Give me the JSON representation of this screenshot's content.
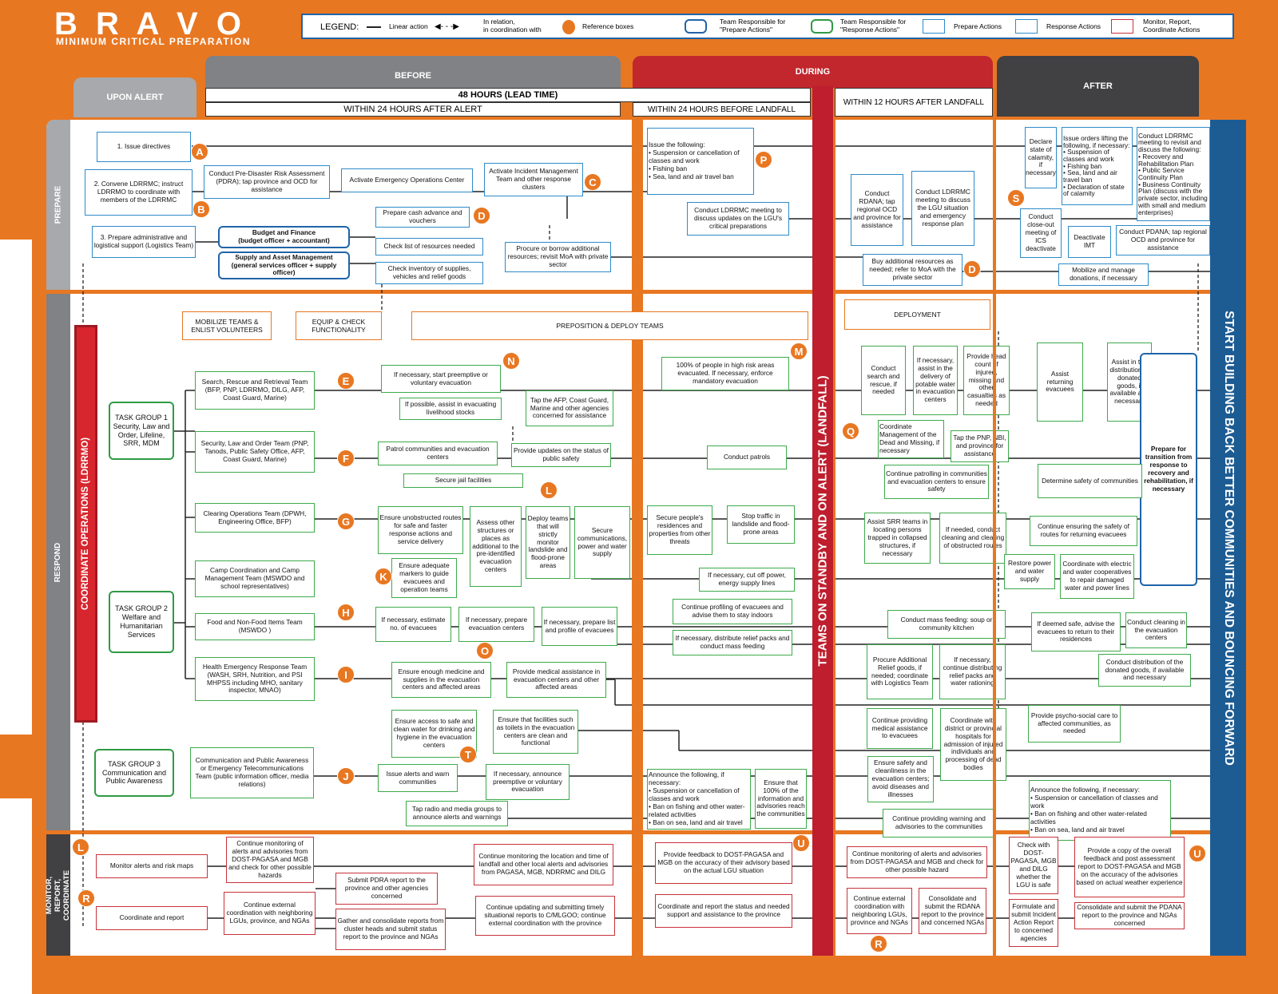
{
  "title": {
    "main": "B R A V O",
    "sub": "MINIMUM CRITICAL PREPARATION"
  },
  "legend": {
    "label": "LEGEND:",
    "linear": "Linear action",
    "relation": "In relation,\nin coordination with",
    "reference": "Reference boxes",
    "team_prepare": "Team Responsible for\n\"Prepare Actions\"",
    "team_response": "Team Responsible for\n\"Response Actions\"",
    "prepare": "Prepare Actions",
    "response": "Response Actions",
    "monitor": "Monitor, Report,\nCoordinate Actions"
  },
  "phases": {
    "upon_alert": "UPON ALERT",
    "before": "BEFORE",
    "during": "DURING",
    "after": "AFTER",
    "lead_time": "48 HOURS (LEAD TIME)",
    "after_alert": "WITHIN 24 HOURS AFTER ALERT",
    "before_landfall": "WITHIN 24 HOURS BEFORE LANDFALL",
    "after_landfall": "WITHIN 12 HOURS AFTER LANDFALL"
  },
  "sections": {
    "prepare": "PREPARE",
    "respond": "RESPOND",
    "monitor": "MONITOR, REPORT,\nCOORDINATE",
    "coord_ops": "COORDINATE OPERATIONS (LDRRMO)",
    "standby": "TEAMS ON STANDBY AND ON ALERT (LANDFALL)",
    "build_back": "START BUILDING BACK BETTER COMMUNITIES AND BOUNCING FORWARD"
  },
  "colors": {
    "orange": "#E87722",
    "red": "#C1272D",
    "blue": "#1F64A8",
    "green": "#2F9A44"
  },
  "boxes": {
    "p1": "1. Issue directives",
    "p2": "2. Convene LDRRMC; instruct LDRRMO to coordinate with members of the LDRRMC",
    "p3": "3. Prepare administrative and logistical support (Logistics Team)",
    "p4": "Conduct Pre-Disaster Risk Assessment (PDRA); tap province and OCD for assistance",
    "p5": "Activate Emergency Operations Center",
    "p6": "Activate Incident Management Team and other response clusters",
    "p7": "Budget and Finance\n(budget officer + accountant)",
    "p8": "Supply and Asset Management\n(general services officer + supply officer)",
    "p9": "Prepare cash advance and vouchers",
    "p10": "Check list of resources needed",
    "p11": "Check inventory of supplies, vehicles and relief goods",
    "p12": "Procure or borrow additional resources; revisit MoA with private sector",
    "p13": "Issue the following:\n• Suspension or cancellation of classes and work\n• Fishing ban\n• Sea, land and air travel ban",
    "p14": "Conduct LDRRMC meeting to discuss updates on the LGU's critical preparations",
    "p15": "Conduct RDANA; tap regional OCD and province for assistance",
    "p16": "Conduct LDRRMC meeting to discuss the LGU situation and emergency response plan",
    "p17": "Buy additional resources as needed; refer to MoA with the private sector",
    "p18": "Declare state of calamity, if necessary",
    "p19": "Issue orders lifting the following, if necessary:\n• Suspension of classes and work\n• Fishing ban\n• Sea, land and air travel ban\n• Declaration of state of calamity",
    "p20": "Conduct LDRRMC meeting to revisit and discuss the following:\n• Recovery and Rehabilitation Plan\n• Public Service Continuity Plan\n• Business Continuity Plan (discuss with the private sector, including with small and medium enterprises)",
    "p21": "Conduct close-out meeting of ICS deactivate",
    "p22": "Deactivate IMT",
    "p23": "Conduct PDANA; tap regional OCD and province for assistance",
    "p24": "Mobilize and manage donations, if necessary",
    "o1": "MOBILIZE TEAMS & ENLIST VOLUNTEERS",
    "o2": "EQUIP & CHECK FUNCTIONALITY",
    "o3": "PREPOSITION & DEPLOY TEAMS",
    "o4": "DEPLOYMENT",
    "tg1": "TASK GROUP 1\nSecurity, Law and Order, Lifeline, SRR, MDM",
    "tg2": "TASK GROUP 2\nWelfare and Humanitarian Services",
    "tg3": "TASK GROUP 3\nCommunication and Public Awareness",
    "t1": "Search, Rescue and Retrieval Team (BFP, PNP, LDRRMO, DILG, AFP, Coast Guard, Marine)",
    "t2": "Security, Law and Order Team (PNP, Tanods, Public Safety Office, AFP, Coast Guard, Marine)",
    "t3": "Clearing Operations Team (DPWH, Engineering Office, BFP)",
    "t4": "Camp Coordination and Camp Management Team (MSWDO and school representatives)",
    "t5": "Food and Non-Food Items Team (MSWDO )",
    "t6": "Health Emergency Response Team (WASH, SRH, Nutrition, and PSI MHPSS including MHO, sanitary inspector, MNAO)",
    "t7": "Communication and Public Awareness or Emergency Telecommunications Team (public information officer, media relations)",
    "r1": "If necessary, start preemptive or voluntary evacuation",
    "r2": "If possible, assist in evacuating livelihood stocks",
    "r3": "Tap the AFP, Coast Guard, Marine and other agencies concerned for assistance",
    "r4": "100% of people in high risk areas evacuated. If necessary, enforce mandatory evacuation",
    "r5": "Patrol communities and evacuation centers",
    "r6": "Secure jail facilities",
    "r7": "Provide updates on the status of public safety",
    "r8": "Conduct patrols",
    "r9": "Ensure unobstructed routes for safe and faster response actions and service delivery",
    "r10": "Ensure adequate markers to guide evacuees and operation teams",
    "r11": "Assess other structures or places as additional to the pre-identified evacuation centers",
    "r12": "Deploy teams that will strictly monitor landslide and flood-prone areas",
    "r13": "Secure communications, power and water supply",
    "r14": "Secure people's residences and properties from other threats",
    "r15": "Stop traffic in landslide and flood-prone areas",
    "r16": "If necessary, cut off power, energy supply lines",
    "r17": "If necessary, estimate no. of evacuees",
    "r18": "If necessary, prepare evacuation centers",
    "r19": "If necessary, prepare list and profile of evacuees",
    "r20": "Continue profiling of evacuees and advise them to stay indoors",
    "r21": "If necessary, distribute relief packs and conduct mass feeding",
    "r22": "Ensure enough medicine and supplies in the evacuation centers and affected areas",
    "r23": "Provide medical assistance in evacuation centers and other affected areas",
    "r24": "Ensure access to safe and clean water for drinking and hygiene in the evacuation centers",
    "r25": "Ensure that facilities such as toilets in the evacuation centers are clean and functional",
    "r26": "Issue alerts and warn communities",
    "r27": "Tap radio and media groups to announce alerts and warnings",
    "r28": "If necessary, announce preemptive or voluntary evacuation",
    "r29": "Announce the following, if necessary:\n• Suspension or cancellation of classes and work\n• Ban on fishing and other water-related activities\n• Ban on sea, land and air travel",
    "r30": "Ensure that 100% of the information and advisories reach the communities",
    "d1": "Conduct search and rescue, if needed",
    "d2": "If necessary, assist in the delivery of potable water in evacuation centers",
    "d3": "Provide head count of injured, missing and other casualties as needed",
    "d4": "Coordinate Management of the Dead and Missing, if necessary",
    "d5": "Tap the PNP, NBI, and province for assistance",
    "d6": "Continue patrolling in communities and evacuation centers to ensure safety",
    "d7": "Assist SRR teams in locating persons trapped in collapsed structures, if necessary",
    "d8": "If needed, conduct cleaning and clearing of obstructed routes",
    "d9": "Conduct mass feeding: soup or community kitchen",
    "d10": "Procure Additional Relief goods, if needed; coordinate with Logistics Team",
    "d11": "If necessary, continue distributing relief packs and water rationing",
    "d12": "Continue providing medical assistance to evacuees",
    "d13": "Coordinate with district or provincial hospitals for admission of injured individuals and processing of dead bodies",
    "d14": "Ensure safety and cleanliness in the evacuation centers; avoid diseases and illnesses",
    "d15": "Continue providing warning and advisories to the communities",
    "a1": "Assist returning evacuees",
    "a2": "Assist in the distribution of donated goods, if available and necessary",
    "a3": "Prepare for transition from response to recovery and rehabilitation, if necessary",
    "a4": "Determine safety of communities",
    "a5": "Continue ensuring the safety of routes for returning evacuees",
    "a6": "Restore power and water supply",
    "a7": "Coordinate with electric and water cooperatives to repair damaged water and power lines",
    "a8": "If deemed safe, advise the evacuees to return to their residences",
    "a9": "Conduct cleaning in the evacuation centers",
    "a10": "Conduct distribution of the donated goods, if available and necessary",
    "a11": "Provide psycho-social care to affected communities, as needed",
    "a12": "Announce the following, if necessary:\n• Suspension or cancellation of classes and work\n• Ban on fishing and other water-related activities\n• Ban on sea, land and air travel",
    "m1": "Monitor alerts and risk maps",
    "m2": "Coordinate and report",
    "m3": "Continue monitoring of alerts and advisories from DOST-PAGASA and MGB and check for other possible hazards",
    "m4": "Continue external coordination with neighboring LGUs, province, and NGAs",
    "m5": "Submit PDRA report to the province and other agencies concerned",
    "m6": "Gather and consolidate reports from cluster heads and submit status report to the province and NGAs",
    "m7": "Continue monitoring the location and time of landfall and other local alerts and advisories from PAGASA, MGB, NDRRMC and DILG",
    "m8": "Continue updating and submitting timely situational reports to C/MLGOO; continue external coordination with the province",
    "m9": "Provide feedback to DOST-PAGASA and MGB on the accuracy of their advisory based on the actual LGU situation",
    "m10": "Coordinate and report the status and needed support and assistance to the province",
    "m11": "Continue monitoring of alerts and advisories from DOST-PAGASA and MGB and check for other possible hazard",
    "m12": "Continue external coordination with neighboring LGUs, province and NGAs",
    "m13": "Consolidate and submit the RDANA report to the province and concerned NGAs",
    "m14": "Check with DOST-PAGASA, MGB and DILG whether the LGU is safe",
    "m15": "Formulate and submit Incident Action Report to concerned agencies",
    "m16": "Provide a copy of the overall feedback and post assessment report to DOST-PAGASA and MGB on the accuracy of the advisories based on actual weather experience",
    "m17": "Consolidate and submit the PDANA report to the province and NGAs concerned"
  },
  "badges": {
    "A": "A",
    "B": "B",
    "C": "C",
    "D": "D",
    "P": "P",
    "D2": "D",
    "S": "S",
    "N": "N",
    "M": "M",
    "E": "E",
    "F": "F",
    "G": "G",
    "K": "K",
    "L": "L",
    "H": "H",
    "O": "O",
    "I": "I",
    "J": "J",
    "T": "T",
    "Q": "Q",
    "U": "U",
    "U2": "U",
    "L2": "L",
    "R": "R",
    "R2": "R"
  }
}
